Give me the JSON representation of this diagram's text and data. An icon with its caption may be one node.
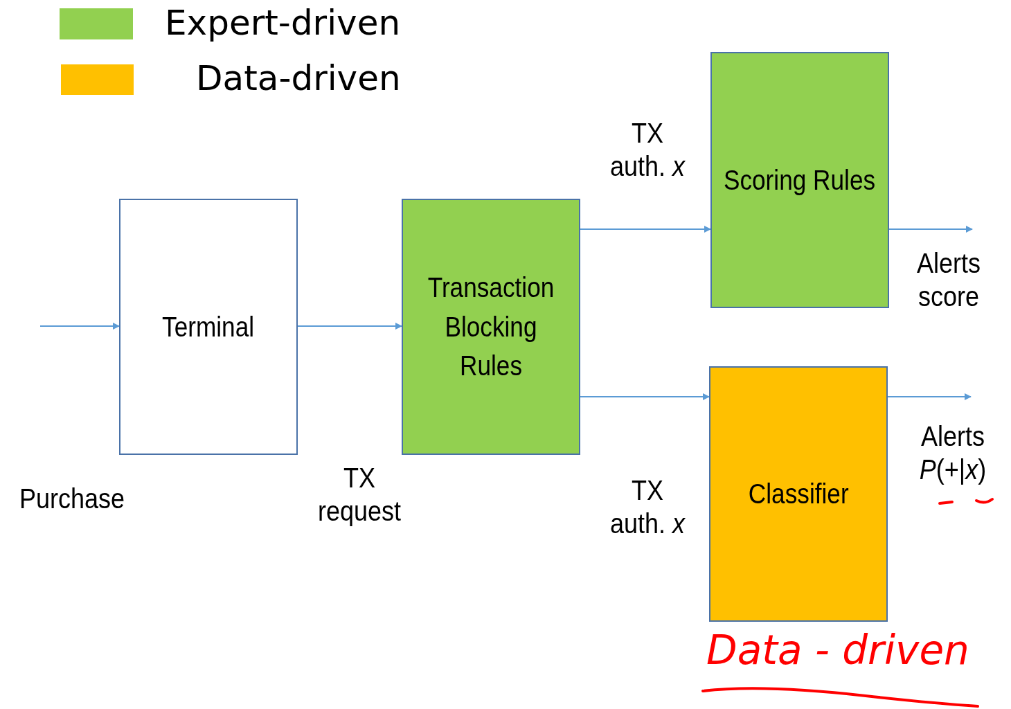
{
  "diagram": {
    "nodes": [
      {
        "text": [
          "Terminal"
        ]
      },
      {
        "text": [
          "Transaction Blocking Rules"
        ]
      },
      {
        "text": [
          "Scoring Rules"
        ]
      },
      {
        "text": [
          "Classifier"
        ]
      }
    ],
    "edges": [
      {
        "from": null,
        "to": 0,
        "arrow": "to"
      },
      {
        "from": 0,
        "to": 1,
        "arrow": "to"
      },
      {
        "from": 1,
        "to": 2,
        "arrow": "to"
      },
      {
        "from": 1,
        "to": 3,
        "arrow": "to"
      },
      {
        "from": 2,
        "to": null,
        "arrow": "to"
      },
      {
        "from": 3,
        "to": null,
        "arrow": "to"
      }
    ],
    "labels": [
      "TX auth. *x*",
      "Alerts score",
      "Alerts *P*(+|*x*)",
      "Purchase",
      "TX request",
      "TX auth. *x*",
      "Data - driven"
    ],
    "legend": [
      {
        "text": "Expert-driven",
        "color": "#92d050"
      },
      {
        "text": "Data-driven",
        "color": "#ffc000"
      }
    ]
  }
}
